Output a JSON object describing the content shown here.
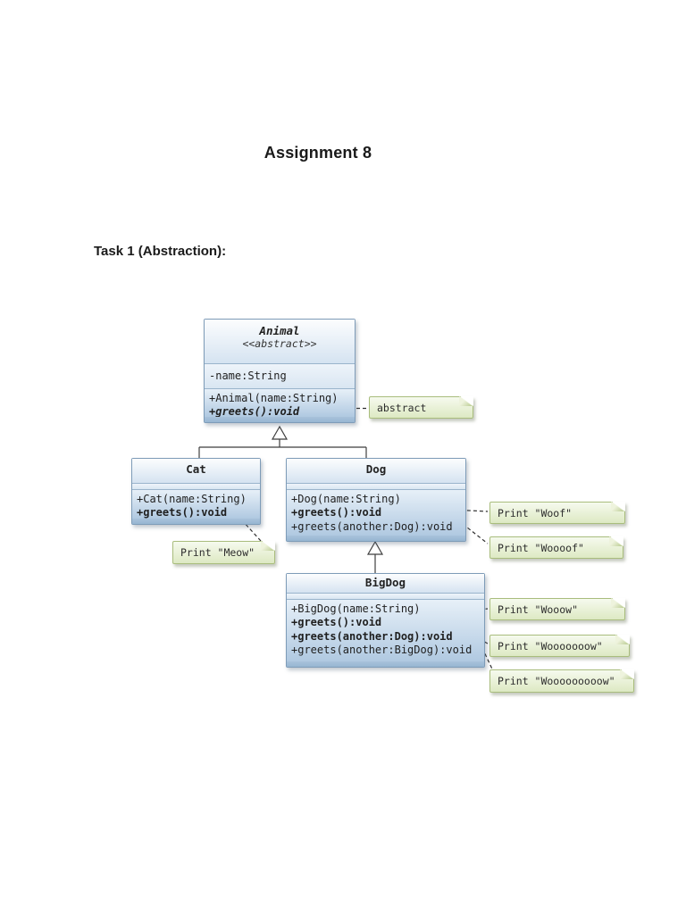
{
  "page": {
    "title": "Assignment 8",
    "task_heading": "Task 1 (Abstraction):"
  },
  "diagram": {
    "classes": {
      "animal": {
        "name": "Animal",
        "stereotype": "<<abstract>>",
        "attributes": [
          "-name:String"
        ],
        "methods": [
          {
            "text": "+Animal(name:String)",
            "style": "plain"
          },
          {
            "text": "+greets():void",
            "style": "bold-italic"
          }
        ]
      },
      "cat": {
        "name": "Cat",
        "methods": [
          {
            "text": "+Cat(name:String)",
            "style": "plain"
          },
          {
            "text": "+greets():void",
            "style": "bold"
          }
        ]
      },
      "dog": {
        "name": "Dog",
        "methods": [
          {
            "text": "+Dog(name:String)",
            "style": "plain"
          },
          {
            "text": "+greets():void",
            "style": "bold"
          },
          {
            "text": "+greets(another:Dog):void",
            "style": "plain"
          }
        ]
      },
      "bigdog": {
        "name": "BigDog",
        "methods": [
          {
            "text": "+BigDog(name:String)",
            "style": "plain"
          },
          {
            "text": "+greets():void",
            "style": "bold"
          },
          {
            "text": "+greets(another:Dog):void",
            "style": "bold"
          },
          {
            "text": "+greets(another:BigDog):void",
            "style": "plain"
          }
        ]
      }
    },
    "notes": {
      "abstract": "abstract",
      "meow": "Print \"Meow\"",
      "woof": "Print \"Woof\"",
      "woooof": "Print \"Woooof\"",
      "wooow": "Print \"Wooow\"",
      "wooooooow": "Print \"Wooooooow\"",
      "wooooooooow": "Print \"Wooooooooow\""
    },
    "colors": {
      "class_border": "#7e9cb8",
      "class_header_top": "#fcfdfe",
      "class_header_bottom": "#d5e3f1",
      "class_body_top": "#e7f0f8",
      "class_body_bottom": "#b0c9e1",
      "note_border": "#a9bd7d",
      "note_fill_top": "#f6faee",
      "note_fill_bottom": "#dde9c3",
      "connector_line": "#3f3f3f"
    }
  }
}
